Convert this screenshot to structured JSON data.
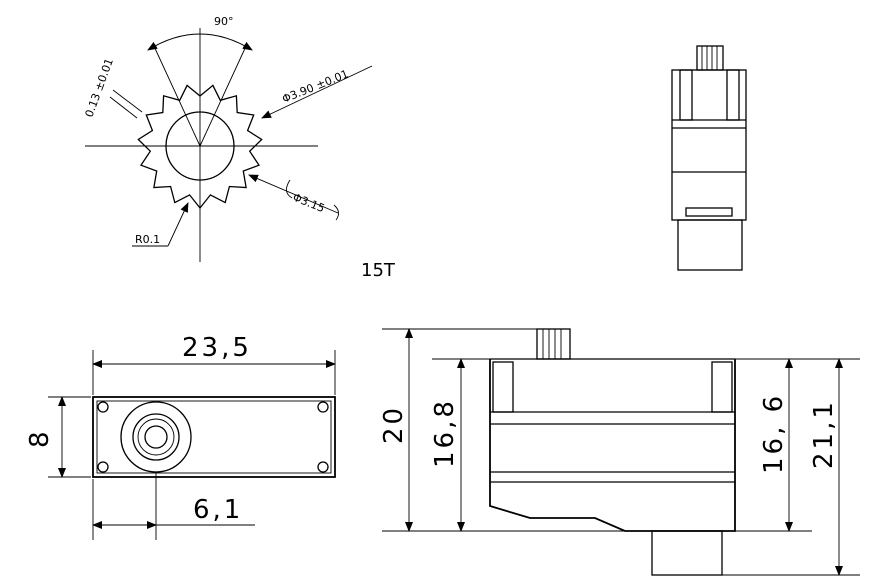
{
  "gear_view": {
    "angle_label": "90°",
    "tooth_tol_label": "0.13 ±0.01",
    "outer_dia_label": "Φ3.90 ±0.01",
    "root_dia_label": "Φ3.15",
    "radius_label": "R0.1",
    "teeth_label": "15T"
  },
  "top_view": {
    "length_label": "23,5",
    "width_label": "8",
    "shaft_offset_label": "6,1"
  },
  "side_view": {
    "total_height_label": "20",
    "body_height_label": "16,8",
    "case_height_label": "16, 6",
    "overall_height_label": "21,1"
  }
}
